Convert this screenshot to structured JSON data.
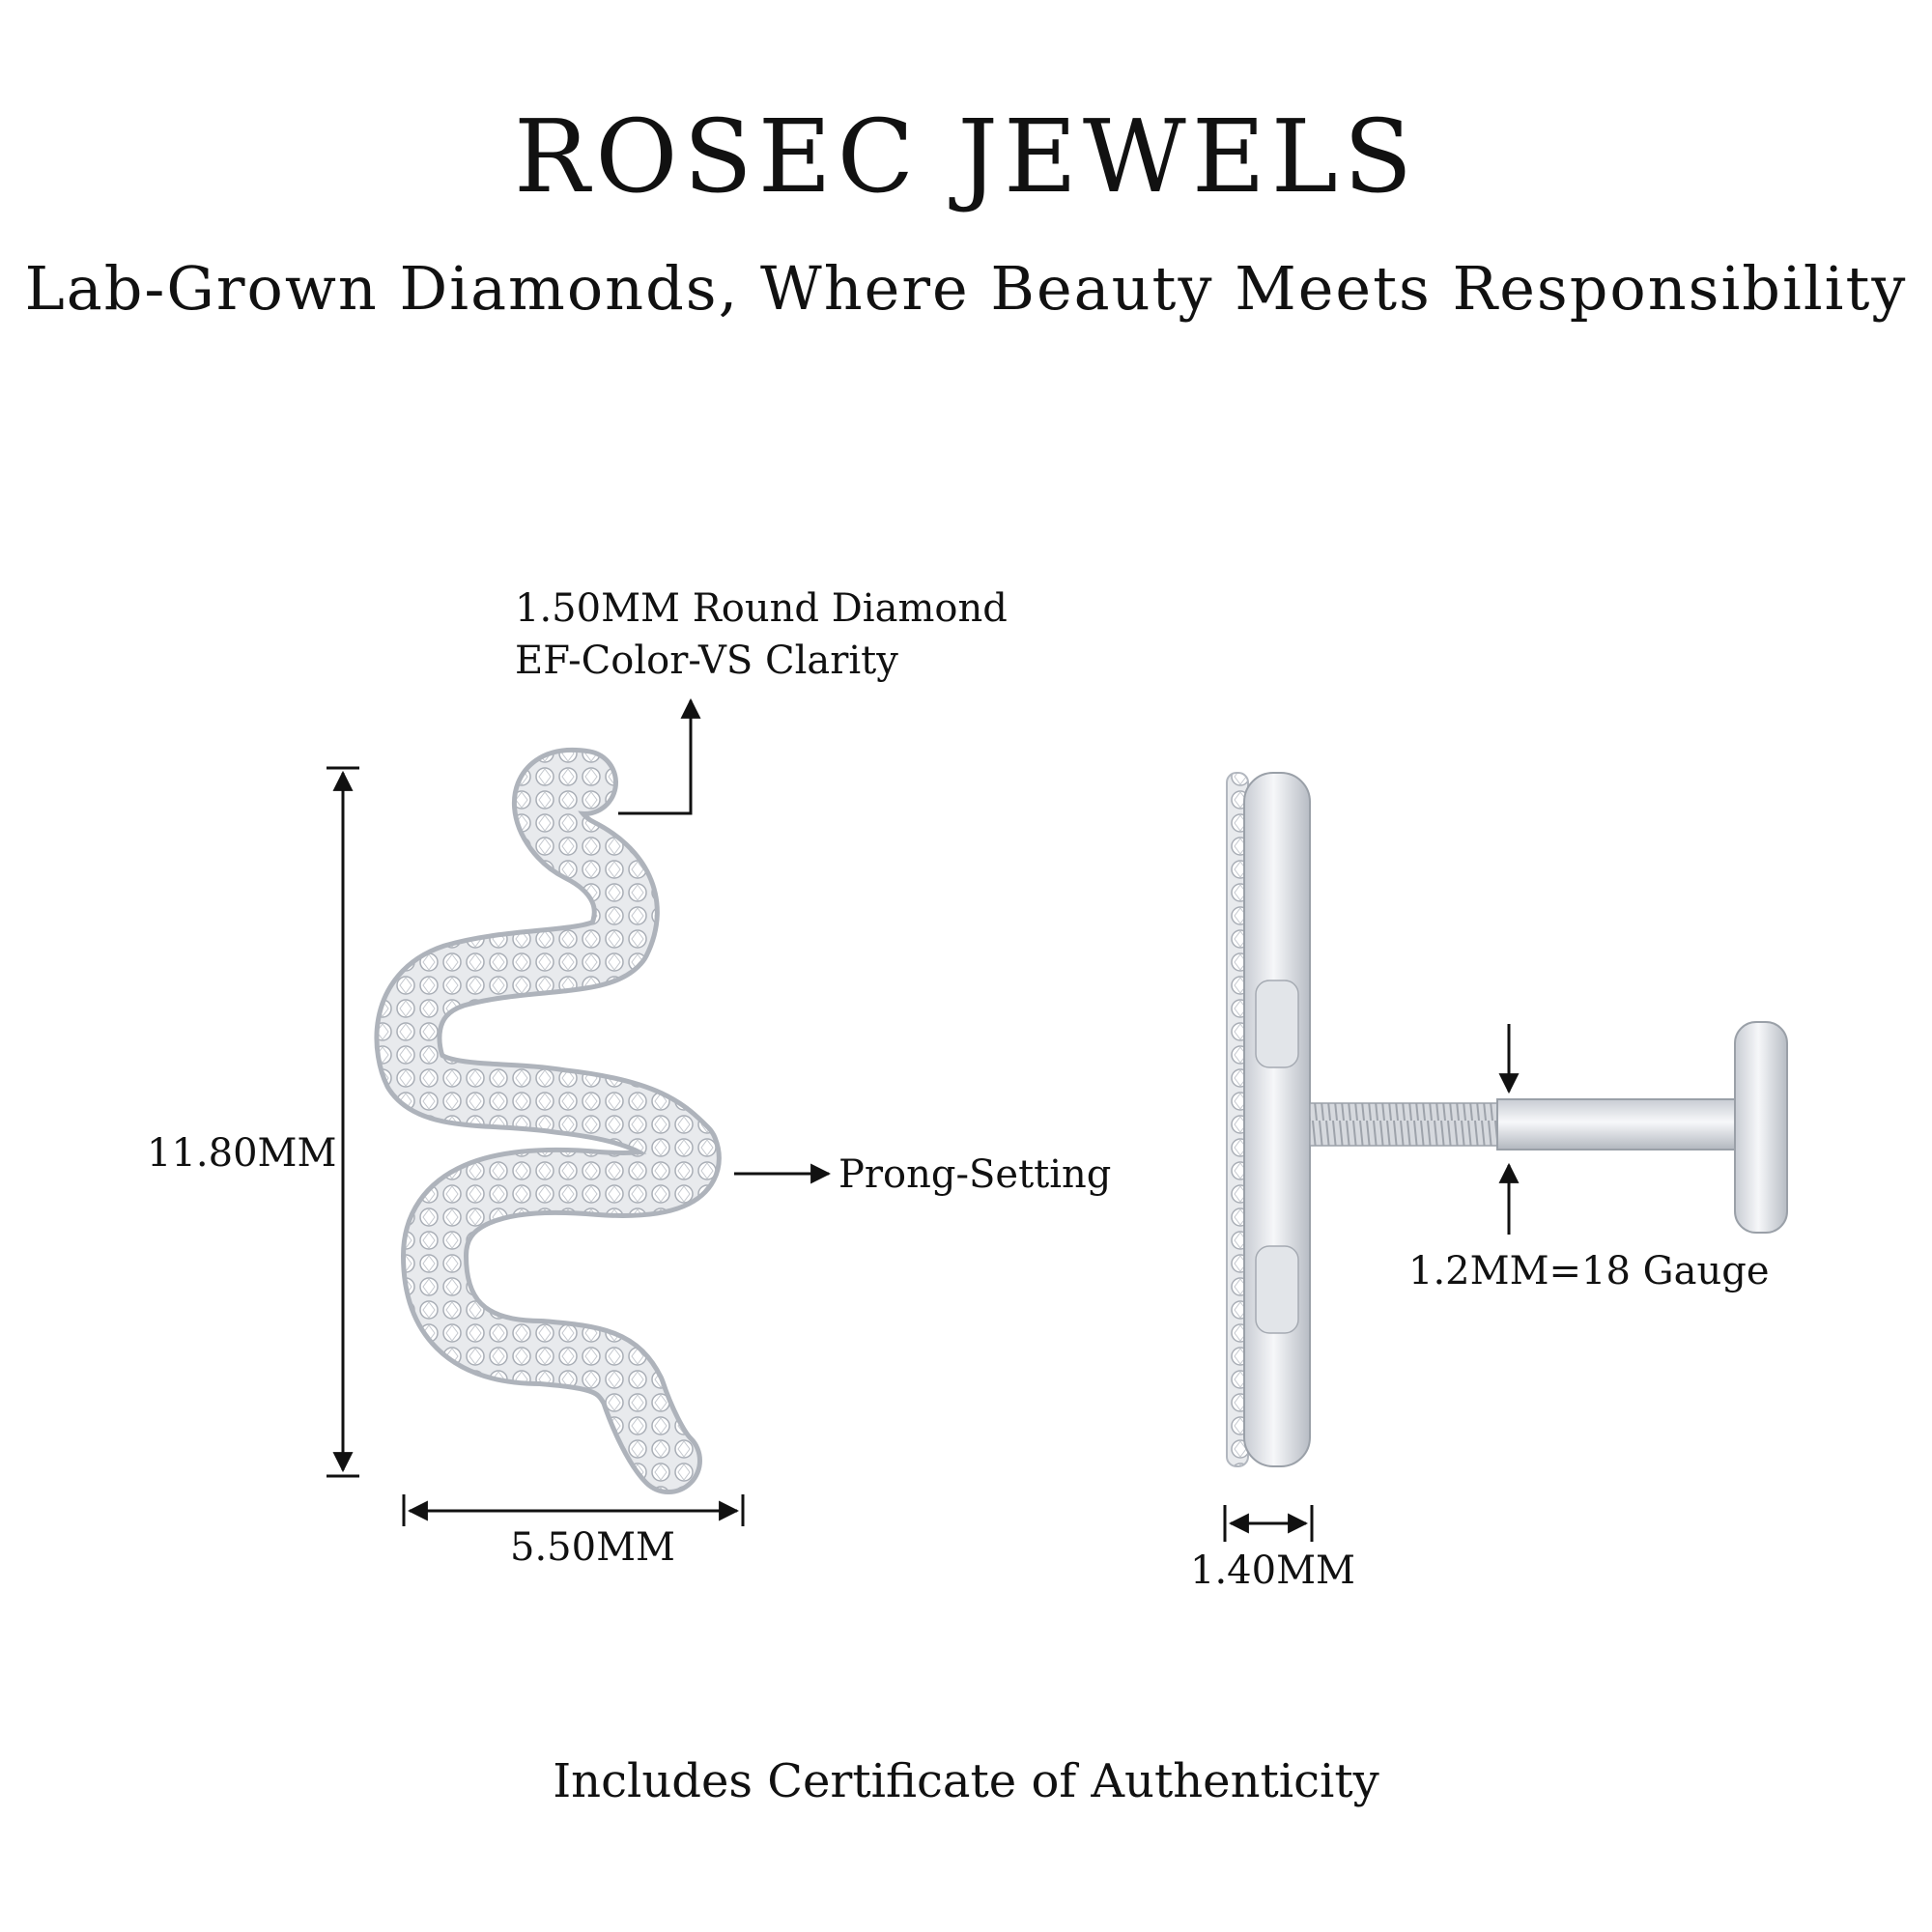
{
  "header": {
    "brand": "ROSEC JEWELS",
    "tagline": "Lab-Grown Diamonds, Where Beauty Meets Responsibility"
  },
  "callouts": {
    "stone_line1": "1.50MM Round Diamond",
    "stone_line2": "EF-Color-VS Clarity",
    "setting": "Prong-Setting",
    "height": "11.80MM",
    "width": "5.50MM",
    "thickness": "1.40MM",
    "gauge": "1.2MM=18 Gauge"
  },
  "footer": {
    "note": "Includes Certificate of Authenticity"
  },
  "colors": {
    "metal": "#e9ebee",
    "metal_shadow": "#b9bec6",
    "text": "#111111",
    "background": "#ffffff"
  }
}
